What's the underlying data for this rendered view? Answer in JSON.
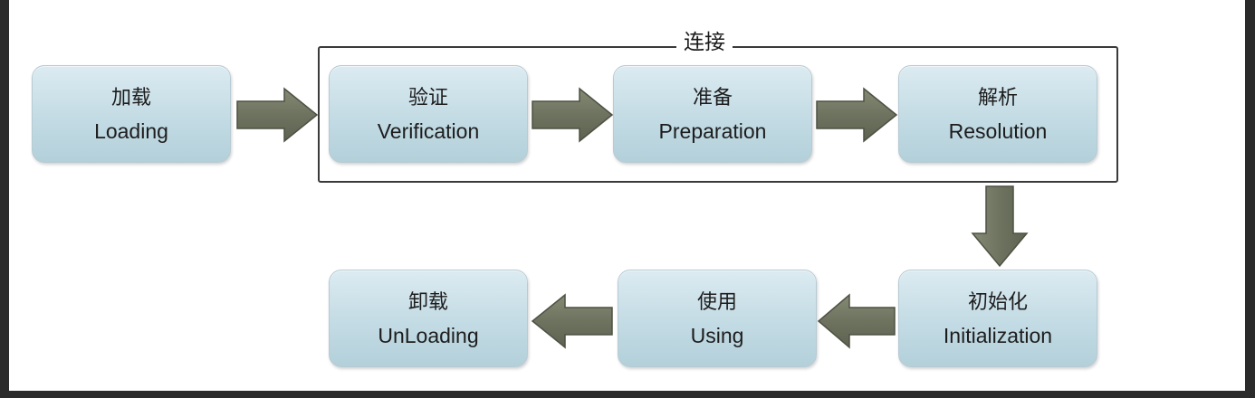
{
  "group": {
    "label": "连接"
  },
  "stages": {
    "loading": {
      "zh": "加载",
      "en": "Loading"
    },
    "verification": {
      "zh": "验证",
      "en": "Verification"
    },
    "preparation": {
      "zh": "准备",
      "en": "Preparation"
    },
    "resolution": {
      "zh": "解析",
      "en": "Resolution"
    },
    "initialization": {
      "zh": "初始化",
      "en": "Initialization"
    },
    "using": {
      "zh": "使用",
      "en": "Using"
    },
    "unloading": {
      "zh": "卸载",
      "en": "UnLoading"
    }
  },
  "colors": {
    "box_fill": "#c3dbe4",
    "arrow_fill": "#6e7360",
    "group_border": "#3a3a3a"
  }
}
